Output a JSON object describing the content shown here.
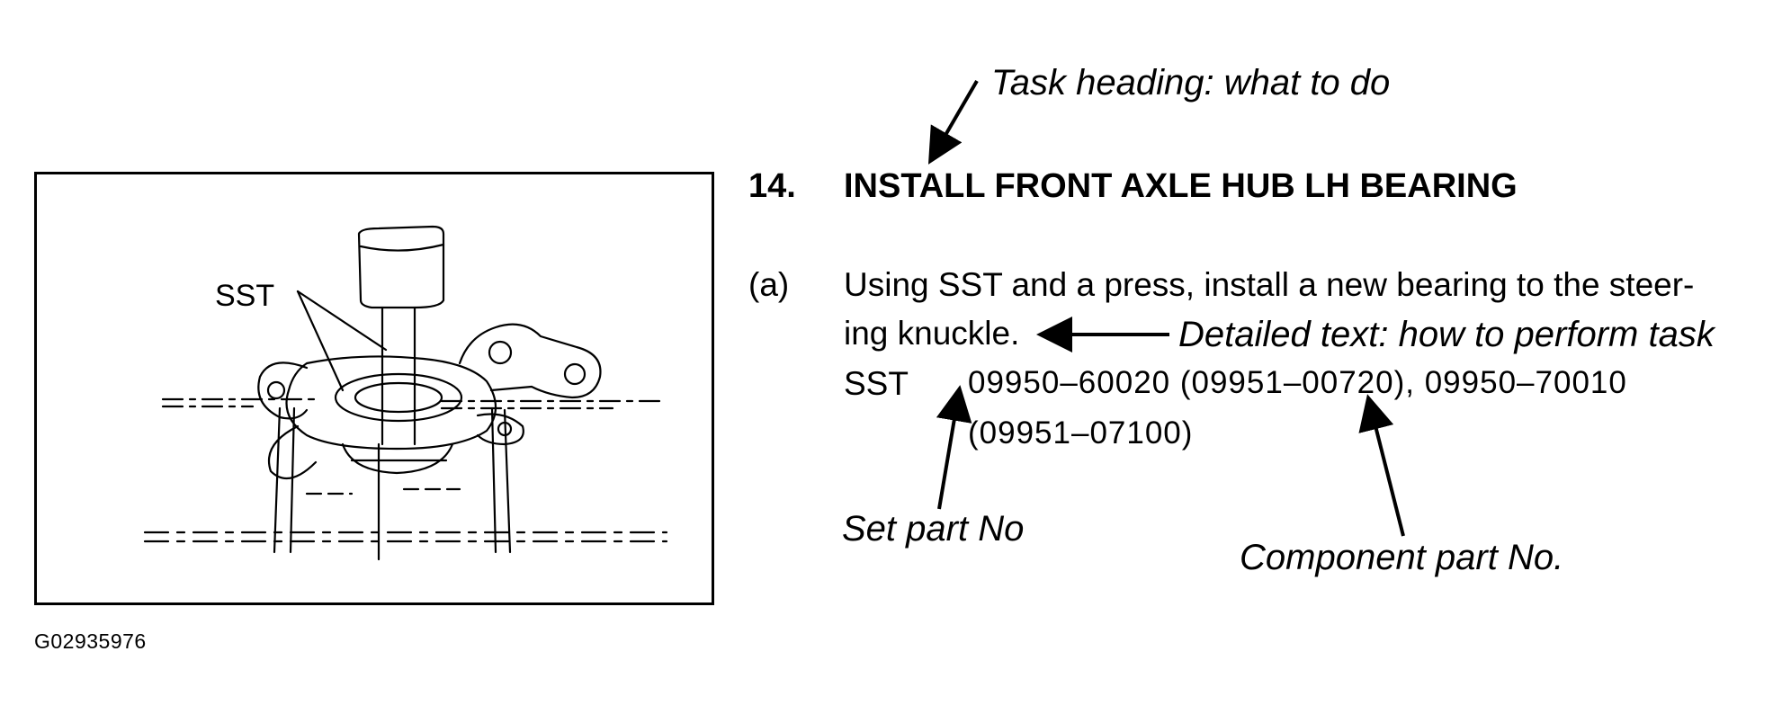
{
  "figure": {
    "label": "SST",
    "code": "G02935976"
  },
  "annotations": {
    "task_heading": "Task heading: what to do",
    "detailed_text": "Detailed text: how to perform task",
    "set_part": "Set part No",
    "component_part": "Component part No."
  },
  "step": {
    "number": "14.",
    "title": "INSTALL FRONT AXLE HUB LH BEARING",
    "sub_letter": "(a)",
    "text_line1": "Using SST and a press, install a new bearing to the steer-",
    "text_line2": "ing knuckle.",
    "sst_label": "SST",
    "sst_line1": "09950–60020 (09951–00720), 09950–70010",
    "sst_line2": "(09951–07100)"
  }
}
